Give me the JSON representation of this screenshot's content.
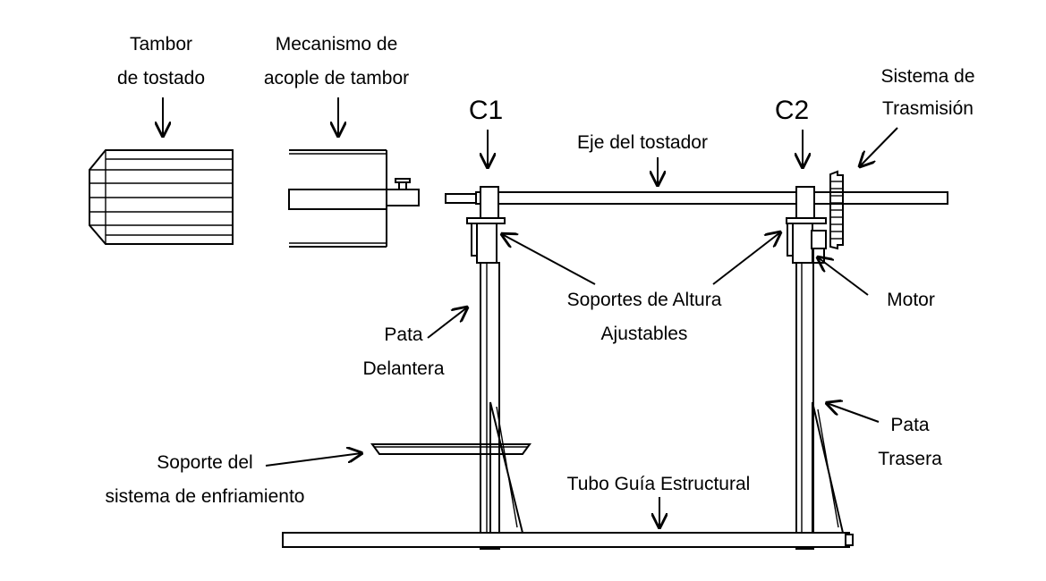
{
  "labels": {
    "drum_l1": "Tambor",
    "drum_l2": "de tostado",
    "coupling_l1": "Mecanismo de",
    "coupling_l2": "acople de tambor",
    "c1": "C1",
    "c2": "C2",
    "shaft": "Eje del tostador",
    "transmission_l1": "Sistema de",
    "transmission_l2": "Trasmisión",
    "motor": "Motor",
    "supports_l1": "Soportes de Altura",
    "supports_l2": "Ajustables",
    "front_leg_l1": "Pata",
    "front_leg_l2": "Delantera",
    "rear_leg_l1": "Pata",
    "rear_leg_l2": "Trasera",
    "cooling_l1": "Soporte del",
    "cooling_l2": "sistema de enfriamiento",
    "tube": "Tubo Guía Estructural"
  }
}
